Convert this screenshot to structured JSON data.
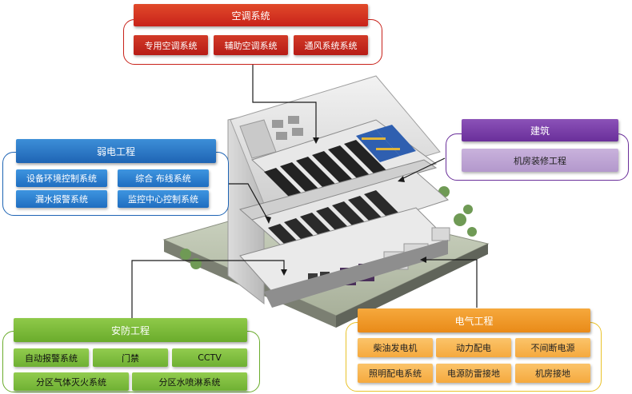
{
  "groups": {
    "hvac": {
      "title": "空调系统",
      "items": [
        "专用空调系统",
        "辅助空调系统",
        "通风系统系统"
      ],
      "color": "#c8221a"
    },
    "weak_current": {
      "title": "弱电工程",
      "items": [
        "设备环境控制系统",
        "综合 布线系统",
        "漏水报警系统",
        "监控中心控制系统"
      ],
      "color": "#1e64b4"
    },
    "building": {
      "title": "建筑",
      "items": [
        "机房装修工程"
      ],
      "color": "#6a2f9a"
    },
    "security": {
      "title": "安防工程",
      "items": [
        "自动报警系统",
        "门禁",
        "CCTV",
        "分区气体灭火系统",
        "分区水喷淋系统"
      ],
      "color": "#6aac2c"
    },
    "electrical": {
      "title": "电气工程",
      "items": [
        "柴油发电机",
        "动力配电",
        "不间断电源",
        "照明配电系统",
        "电源防雷接地",
        "机房接地"
      ],
      "color": "#e98a18"
    }
  }
}
